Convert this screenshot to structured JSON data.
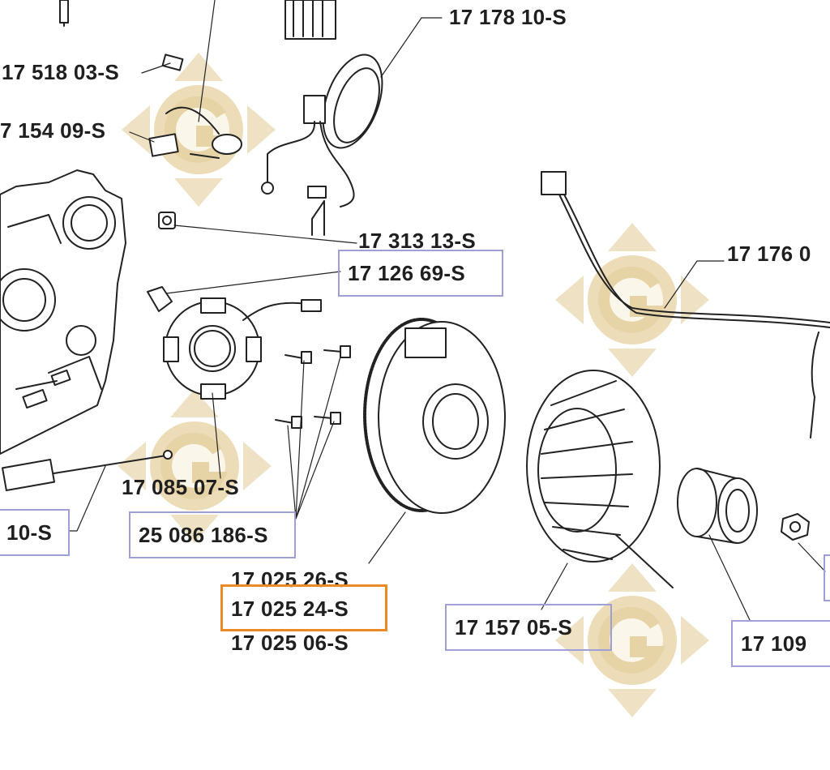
{
  "diagram": {
    "watermark": {
      "letter": "G",
      "color": "#e9d8b0"
    },
    "colors": {
      "box_border": "#9d9fd6",
      "selected_border": "#e98a24",
      "line": "#222222"
    },
    "labels": [
      {
        "id": "p1",
        "text": "17 178 10-S",
        "boxed": false,
        "selected": false
      },
      {
        "id": "p2",
        "text": "17 518 03-S",
        "boxed": false,
        "selected": false
      },
      {
        "id": "p3",
        "text": "7 154 09-S",
        "boxed": false,
        "selected": false
      },
      {
        "id": "p4",
        "text": "17 313 13-S",
        "boxed": false,
        "selected": false
      },
      {
        "id": "p5",
        "text": "17 126 69-S",
        "boxed": true,
        "selected": false
      },
      {
        "id": "p6",
        "text": "17 176 0",
        "boxed": false,
        "selected": false
      },
      {
        "id": "p7",
        "text": "17 085 07-S",
        "boxed": false,
        "selected": false
      },
      {
        "id": "p8",
        "text": "10-S",
        "boxed": true,
        "selected": false
      },
      {
        "id": "p9",
        "text": "25 086 186-S",
        "boxed": true,
        "selected": false
      },
      {
        "id": "p10",
        "text": "17 025 26-S",
        "boxed": false,
        "selected": false
      },
      {
        "id": "p11",
        "text": "17 025 24-S",
        "boxed": true,
        "selected": true
      },
      {
        "id": "p12",
        "text": "17 025 06-S",
        "boxed": false,
        "selected": false
      },
      {
        "id": "p13",
        "text": "17 157 05-S",
        "boxed": true,
        "selected": false
      },
      {
        "id": "p14",
        "text": "17 109",
        "boxed": true,
        "selected": false
      }
    ]
  }
}
